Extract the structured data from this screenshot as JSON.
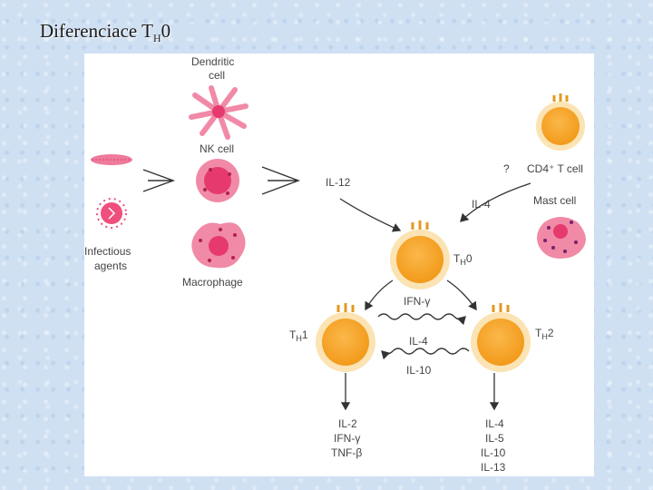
{
  "slide": {
    "title_main": "Diferenciace T",
    "title_sub": "H",
    "title_suffix": "0"
  },
  "diagram": {
    "labels": {
      "dendritic_line1": "Dendritic",
      "dendritic_line2": "cell",
      "nk_cell": "NK cell",
      "macrophage": "Macrophage",
      "infectious_line1": "Infectious",
      "infectious_line2": "agents",
      "il12": "IL-12",
      "question": "?",
      "cd4_cell": "CD4⁺ T cell",
      "il4_top": "IL-4",
      "mast_cell": "Mast cell",
      "th0_main": "T",
      "th0_sub": "H",
      "th0_num": "0",
      "ifn_gamma_mid": "IFN-γ",
      "th1_main": "T",
      "th1_sub": "H",
      "th1_num": "1",
      "th2_main": "T",
      "th2_sub": "H",
      "th2_num": "2",
      "il4_mid": "IL-4",
      "il10_mid": "IL-10"
    },
    "th1_outputs": [
      "IL-2",
      "IFN-γ",
      "TNF-β"
    ],
    "th2_outputs": [
      "IL-4",
      "IL-5",
      "IL-10",
      "IL-13"
    ],
    "colors": {
      "cell_core": "#f6a623",
      "cell_ring": "#fbe3b4",
      "nucleus": "#e63a6e",
      "pink_cell": "#f08aa6",
      "arrow": "#333333"
    }
  }
}
